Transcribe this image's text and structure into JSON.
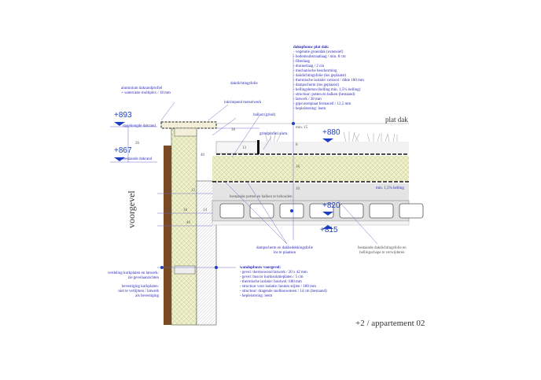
{
  "roof_buildup": {
    "title": "dakopbouw plat dak:",
    "items": [
      "- vegetatie groendak (extensief)",
      "- bodemsubstraatlaag / min. 8 cm",
      "- filterlaag",
      "- drainerlaag / 2 cm",
      "- mechanische bescherming",
      "- dakdichtingsfolie (los geplaatst)",
      "- thermische isolatie: rotswol / dikte 180 mm",
      "- dampscherm (los geplaatst)",
      "- hellingsbeton (helling min. 1,5% helling)",
      "- structuur: potten en balken (bestaand)",
      "- latwerk / 38 mm",
      "- gipsvezelplaat fermacell / 12,5 mm",
      "- bepleistering: leem"
    ]
  },
  "wall_buildup": {
    "title": "wandopbouw voorgevel:",
    "items": [
      "- gevel: thermowood latwerk / 20 x 42 mm",
      "- gevel: buscor kurkisolatieplaten / 5 cm",
      "- thermische isolatie: houtwol /180 mm",
      "- structuur voor isolatie: houten stijlen / 180 mm",
      "- structuur: dragende snelbouwsteen / 14 cm (bestaand)",
      "- bepleistering: leem"
    ]
  },
  "annotations": {
    "dakrandprofiel": "aluminium dakrandprofiel",
    "multiplex": "+ waterraste multiplex / 18 mm",
    "dakdichtingsfolie": "dakdichtingsfolie",
    "metselwerk": "inkrimpend metselwerk",
    "ballast": "ballast (grind)",
    "grindprofiel": "grindprofiel alum.",
    "opgehoogde_dakrand": "opgehoogde dakrand",
    "bestaande_dakrand": "bestaande dakrand",
    "plat_dak": "plat dak",
    "helling": "min. 1,5% helling",
    "potten_balken": "bestaande potten en balken te behouden",
    "dampscherm": [
      "dampscherm en dakbedekkingsfolie",
      "los te plaatsen"
    ],
    "bestaande_dakdichting": [
      "bestaande dakdichtingsfolie en",
      "hellingschape te verwijderen"
    ],
    "verdeling": [
      "verdeling kurkplaten en latwerk:",
      "zie gevelaanzichten"
    ],
    "bevestiging": [
      "bevestiging kurkplaten:",
      "niet te verlijmen / latwerk",
      "als bevestiging"
    ],
    "voorgevel": "voorgevel"
  },
  "levels": {
    "l893": "+893",
    "l867": "+867",
    "l880": "+880",
    "l820": "+820",
    "l815": "+815"
  },
  "dimensions": {
    "d26": "26",
    "d30": "30",
    "d40a": "40",
    "d13": "13",
    "d15": "min. 15",
    "d8": "8",
    "d18a": "18",
    "d10": "10",
    "d12": "12",
    "d8w": "8",
    "d5": "5",
    "d18": "18",
    "d14": "14",
    "d40": "40"
  },
  "footer": {
    "title": "+2 / appartement 02"
  },
  "colors": {
    "annotation": "#2b2bb8",
    "insulation": "#eef0c8",
    "wood": "#7a4a25",
    "concrete": "#e4e4e4"
  }
}
